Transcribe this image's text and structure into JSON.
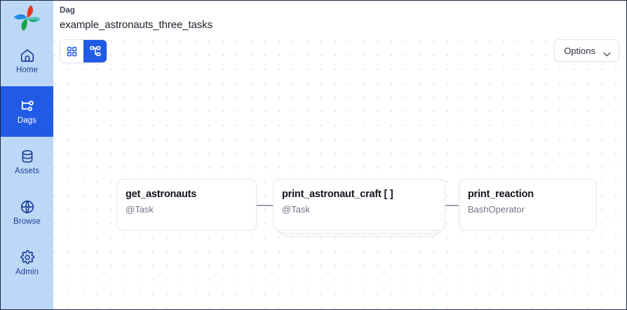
{
  "sidebar": {
    "logo": "airflow-pinwheel-logo",
    "items": [
      {
        "label": "Home",
        "icon": "home-icon",
        "active": false
      },
      {
        "label": "Dags",
        "icon": "dag-tree-icon",
        "active": true
      },
      {
        "label": "Assets",
        "icon": "database-icon",
        "active": false
      },
      {
        "label": "Browse",
        "icon": "globe-icon",
        "active": false
      },
      {
        "label": "Admin",
        "icon": "gear-icon",
        "active": false
      }
    ]
  },
  "header": {
    "breadcrumb_label": "Dag",
    "dag_name": "example_astronauts_three_tasks"
  },
  "toolbar": {
    "grid_view": {
      "label": "Grid view",
      "icon": "grid-squares-icon",
      "active": false
    },
    "graph_view": {
      "label": "Graph view",
      "icon": "graph-nodes-icon",
      "active": true
    },
    "options_label": "Options",
    "options_icon": "chevron-down-icon"
  },
  "graph": {
    "nodes": [
      {
        "title": "get_astronauts",
        "subtitle": "@Task",
        "mapped": false
      },
      {
        "title": "print_astronaut_craft [ ]",
        "subtitle": "@Task",
        "mapped": true
      },
      {
        "title": "print_reaction",
        "subtitle": "BashOperator",
        "mapped": false
      }
    ],
    "edges": 2
  },
  "colors": {
    "accent": "#215ae5",
    "sidebar_bg": "#bdd7f7",
    "sidebar_text": "#1c3f94",
    "node_border": "#e2e5ec",
    "edge": "#9ba1ad",
    "canvas_dot": "#9aa0ad"
  }
}
